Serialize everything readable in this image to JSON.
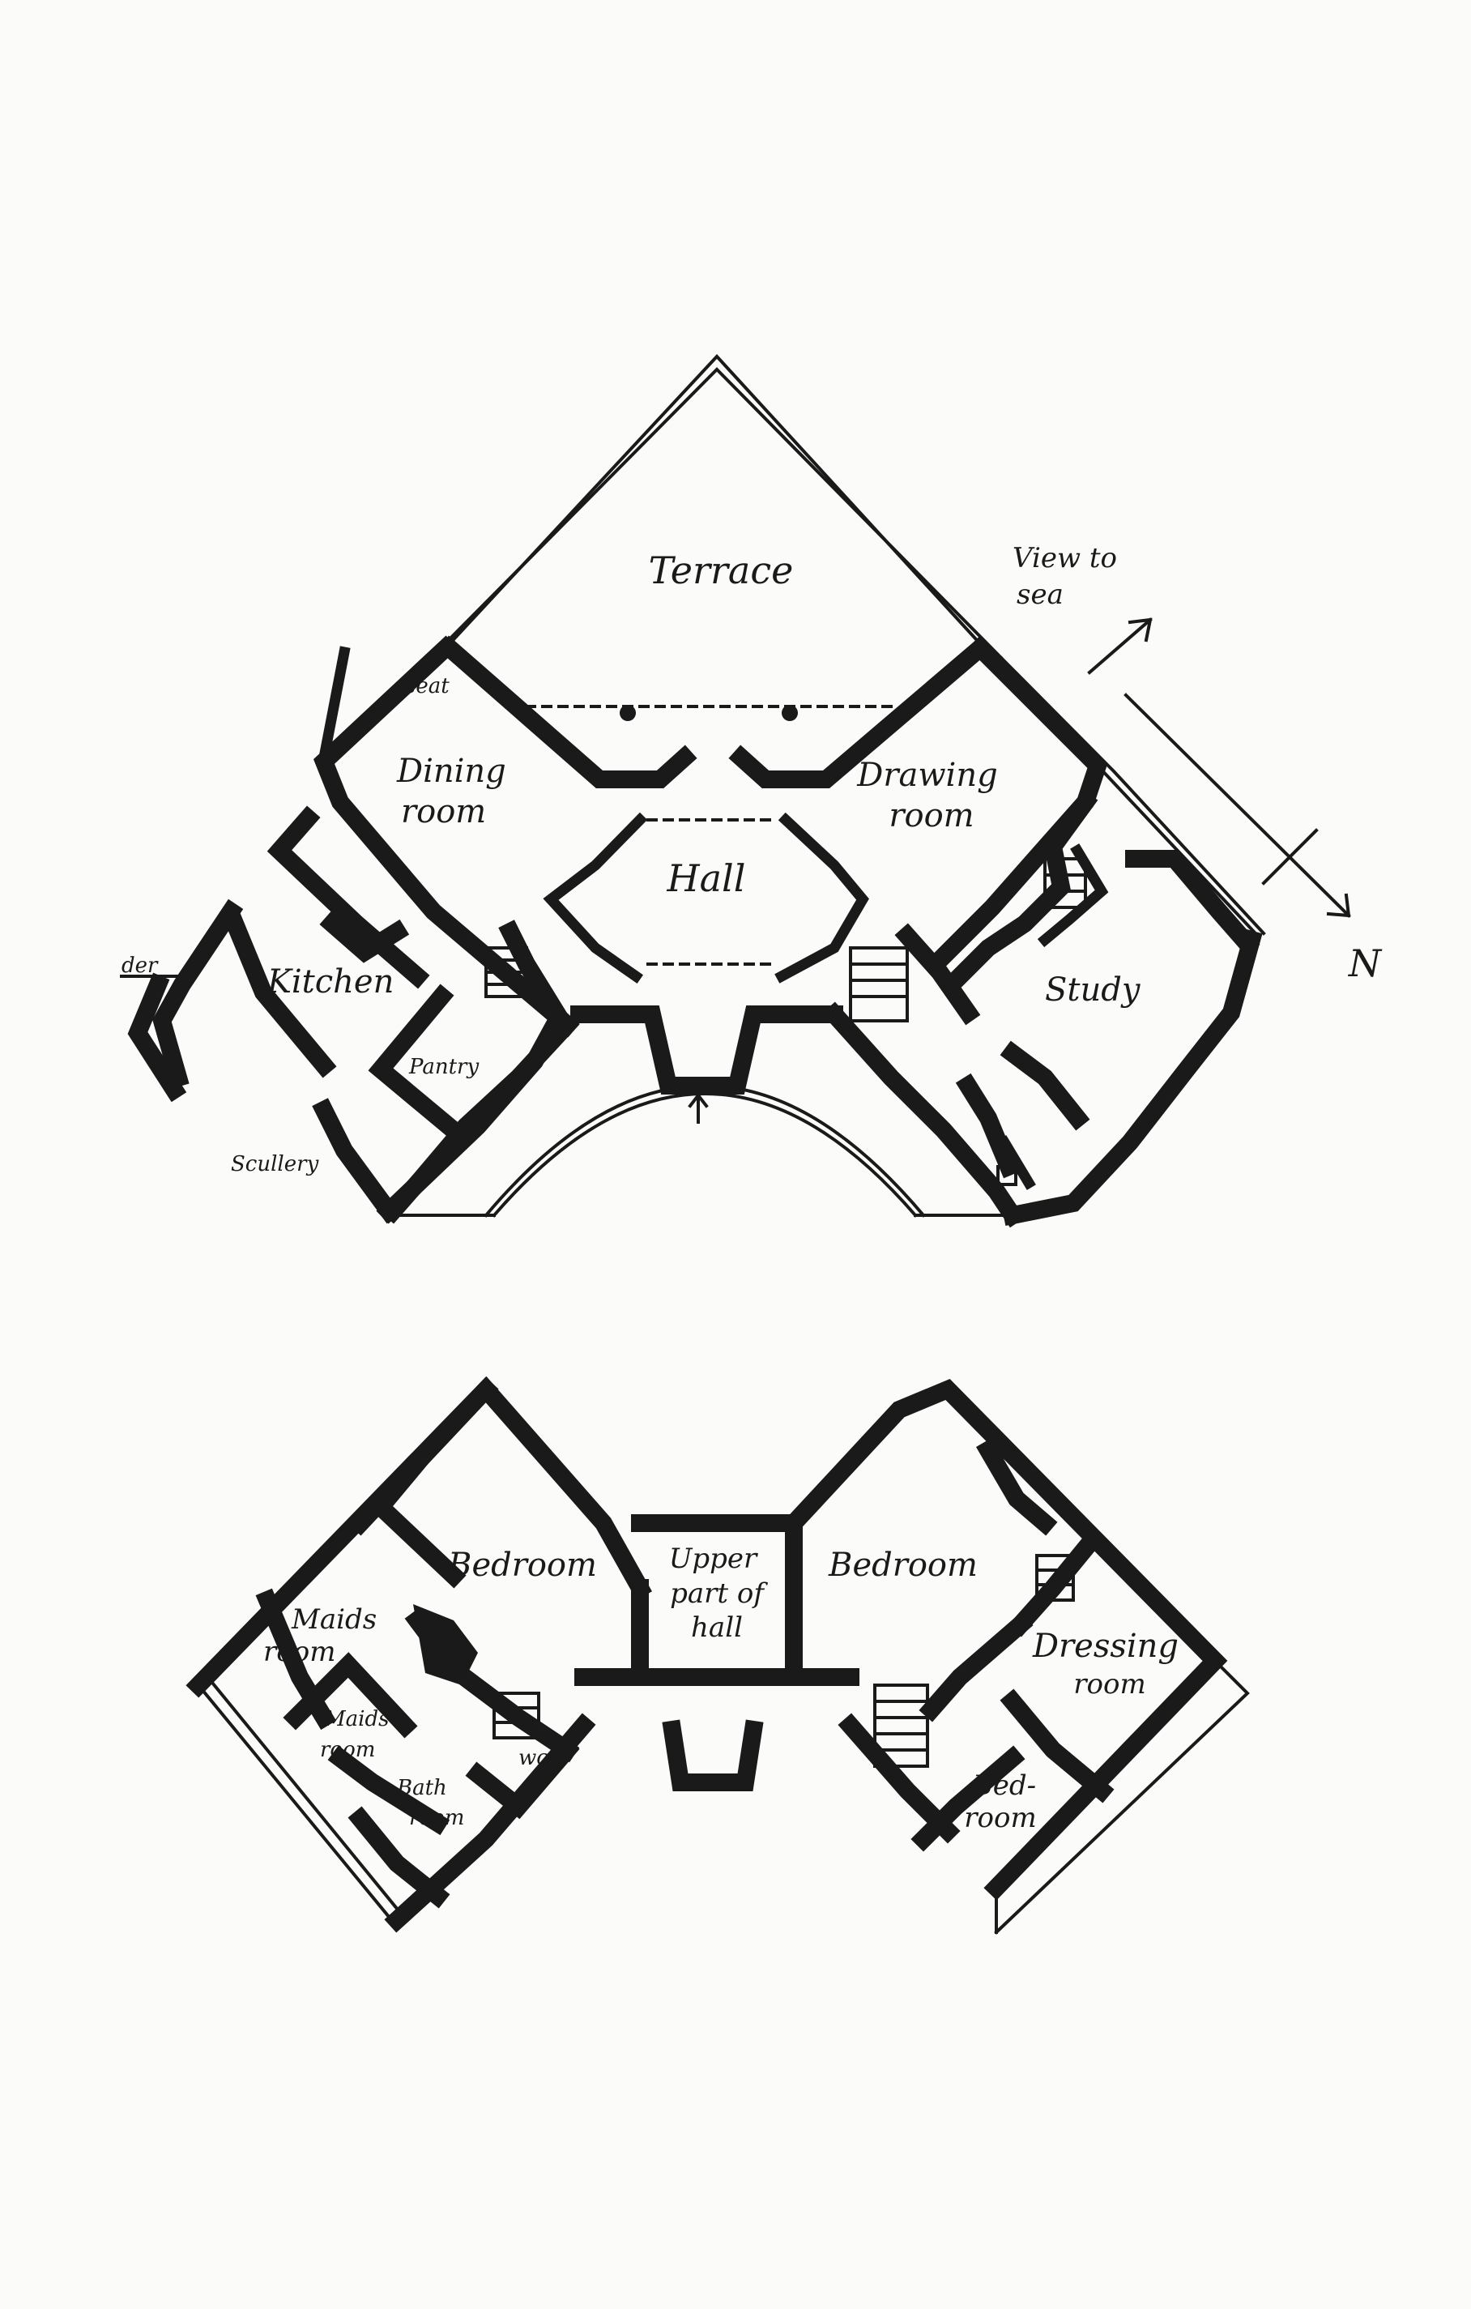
{
  "ground_floor": {
    "labels": {
      "terrace": "Terrace",
      "view_line1": "View to",
      "view_line2": "sea",
      "seat": "seat",
      "dining_line1": "Dining",
      "dining_line2": "room",
      "drawing_line1": "Drawing",
      "drawing_line2": "room",
      "hall": "Hall",
      "kitchen": "Kitchen",
      "study": "Study",
      "pantry": "Pantry",
      "scullery": "Scullery",
      "larder": "der",
      "north": "N"
    }
  },
  "first_floor": {
    "labels": {
      "bedroom_left": "Bedroom",
      "bedroom_right": "Bedroom",
      "upper_line1": "Upper",
      "upper_line2": "part of",
      "upper_line3": "hall",
      "maids1_line1": "Maids",
      "maids1_line2": "room",
      "maids2_line1": "Maids",
      "maids2_line2": "room",
      "bath_line1": "Bath",
      "bath_line2": "room",
      "wc": "wc",
      "dressing_line1": "Dressing",
      "dressing_line2": "room",
      "bed_line1": "Bed-",
      "bed_line2": "room"
    }
  }
}
